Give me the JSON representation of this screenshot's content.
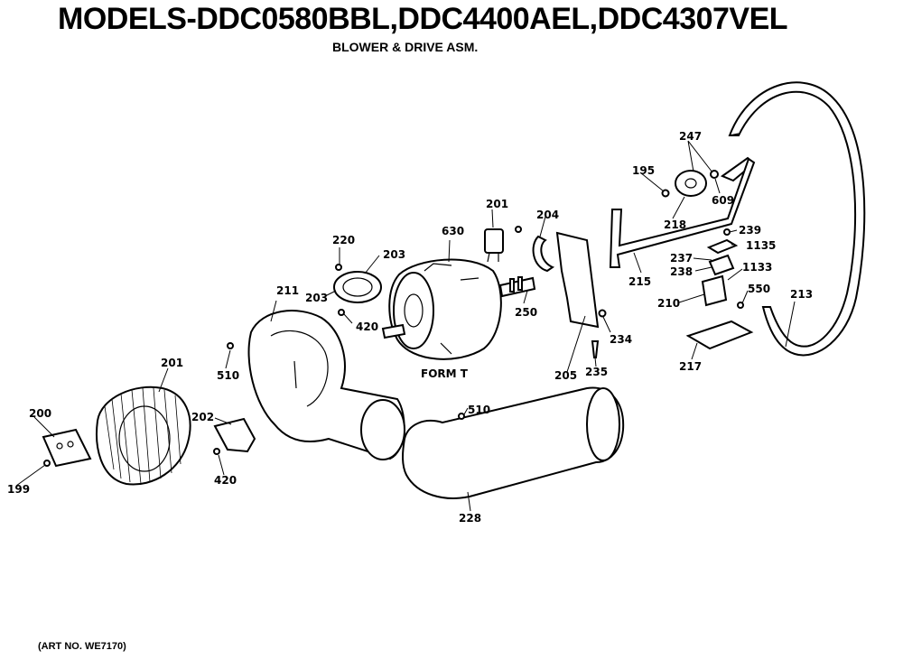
{
  "header": {
    "title": "MODELS-DDC0580BBL,DDC4400AEL,DDC4307VEL",
    "subtitle": "BLOWER & DRIVE ASM."
  },
  "footer": {
    "art_no": "(ART NO. WE7170)"
  },
  "diagram": {
    "labels": {
      "p195": "195",
      "p247": "247",
      "p609": "609",
      "p218": "218",
      "p201_top": "201",
      "p204": "204",
      "p630": "630",
      "p220": "220",
      "p203a": "203",
      "p203b": "203",
      "p420a": "420",
      "p250": "250",
      "p239": "239",
      "p1135": "1135",
      "p237": "237",
      "p238": "238",
      "p1133": "1133",
      "p550": "550",
      "p210": "210",
      "p215": "215",
      "p213": "213",
      "p211": "211",
      "p510a": "510",
      "p201": "201",
      "p202": "202",
      "p200": "200",
      "p199": "199",
      "p420b": "420",
      "p510b": "510",
      "p228": "228",
      "p234": "234",
      "p205": "205",
      "p235": "235",
      "p217": "217",
      "form_t": "FORM T"
    }
  }
}
